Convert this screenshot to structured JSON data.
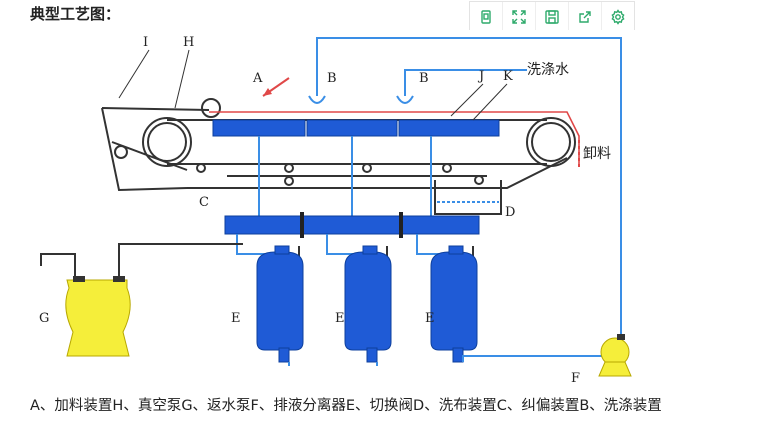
{
  "page": {
    "heading": "典型工艺图："
  },
  "toolbar": {
    "buttons": [
      {
        "name": "copy-icon"
      },
      {
        "name": "fullscreen-icon"
      },
      {
        "name": "save-icon"
      },
      {
        "name": "share-icon"
      },
      {
        "name": "settings-icon"
      }
    ],
    "icon_color": "#2eaa6b"
  },
  "diagram": {
    "labels": {
      "I": "I",
      "H": "H",
      "A": "A",
      "B1": "B",
      "B2": "B",
      "J": "J",
      "K": "K",
      "wash_water": "洗涤水",
      "discharge": "卸料",
      "C": "C",
      "D": "D",
      "G": "G",
      "E1": "E",
      "E2": "E",
      "E3": "E",
      "F": "F"
    },
    "colors": {
      "belt_blue": "#1f5bd6",
      "pipe_blue": "#3a8ee6",
      "yellow": "#f5ee3a",
      "red": "#e04848",
      "line": "#333333"
    }
  },
  "caption": {
    "text": "A、加料装置H、真空泵G、返水泵F、排液分离器E、切换阀D、洗布装置C、纠偏装置B、洗涤装置"
  }
}
